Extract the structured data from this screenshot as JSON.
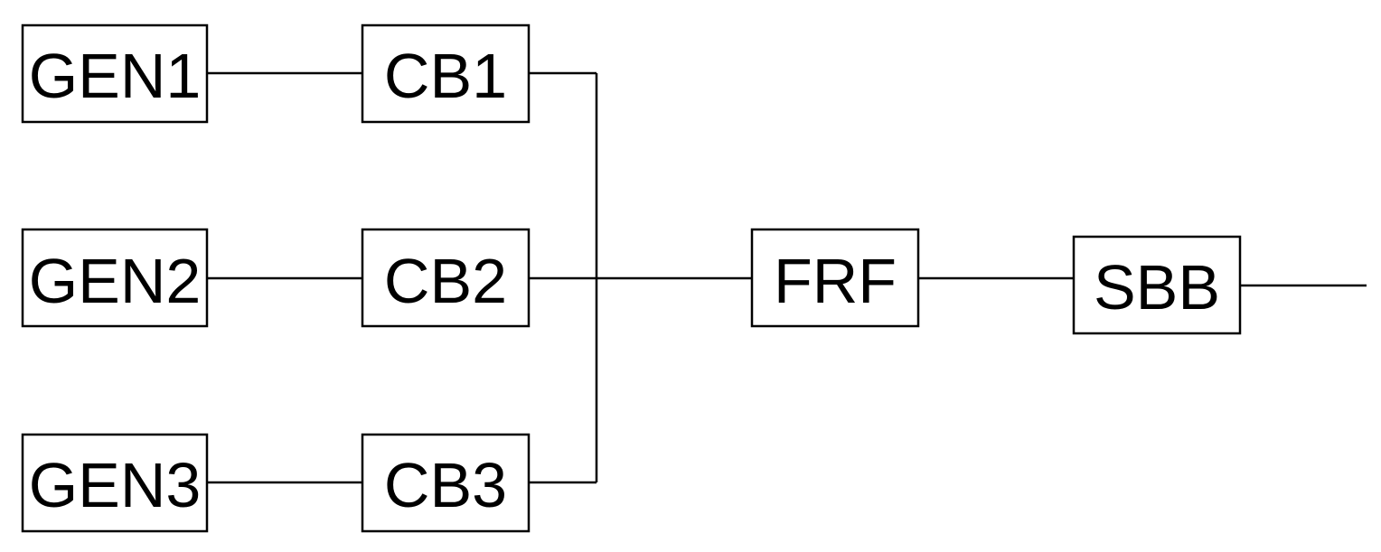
{
  "diagram": {
    "nodes": [
      {
        "id": "gen1",
        "label": "GEN1"
      },
      {
        "id": "gen2",
        "label": "GEN2"
      },
      {
        "id": "gen3",
        "label": "GEN3"
      },
      {
        "id": "cb1",
        "label": "CB1"
      },
      {
        "id": "cb2",
        "label": "CB2"
      },
      {
        "id": "cb3",
        "label": "CB3"
      },
      {
        "id": "frf",
        "label": "FRF"
      },
      {
        "id": "sbb",
        "label": "SBB"
      }
    ],
    "edges": [
      {
        "from": "gen1",
        "to": "cb1"
      },
      {
        "from": "gen2",
        "to": "cb2"
      },
      {
        "from": "gen3",
        "to": "cb3"
      },
      {
        "from": "cb1",
        "to": "frf"
      },
      {
        "from": "cb2",
        "to": "frf"
      },
      {
        "from": "cb3",
        "to": "frf"
      },
      {
        "from": "frf",
        "to": "sbb"
      },
      {
        "from": "sbb",
        "to": "output"
      }
    ]
  }
}
